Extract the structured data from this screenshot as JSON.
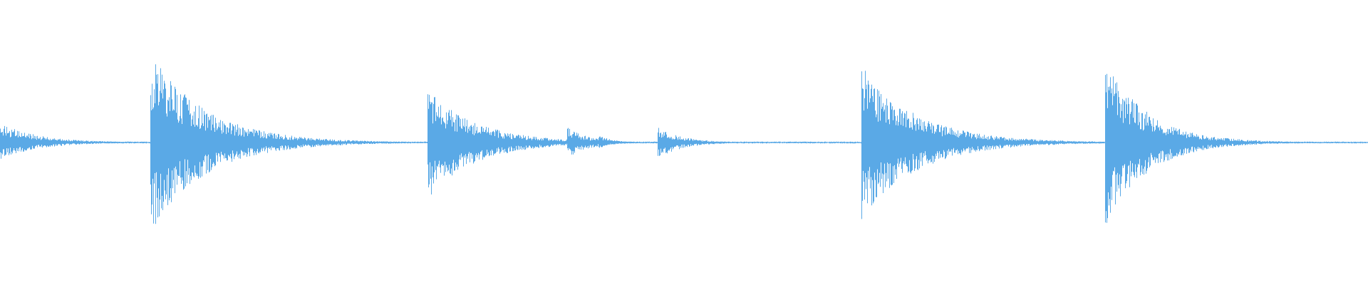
{
  "waveform": {
    "color": "#5aa9e6",
    "background": "#ffffff",
    "hits": [
      {
        "t": 0.0,
        "amp_up": 0.21,
        "amp_down": 0.18,
        "decay": 0.028
      },
      {
        "t": 0.11,
        "amp_up": 0.97,
        "amp_down": 0.96,
        "decay": 0.04
      },
      {
        "t": 0.313,
        "amp_up": 0.58,
        "amp_down": 0.6,
        "decay": 0.035
      },
      {
        "t": 0.415,
        "amp_up": 0.16,
        "amp_down": 0.17,
        "decay": 0.016
      },
      {
        "t": 0.438,
        "amp_up": 0.08,
        "amp_down": 0.06,
        "decay": 0.01
      },
      {
        "t": 0.481,
        "amp_up": 0.16,
        "amp_down": 0.17,
        "decay": 0.018
      },
      {
        "t": 0.63,
        "amp_up": 0.82,
        "amp_down": 0.83,
        "decay": 0.04
      },
      {
        "t": 0.808,
        "amp_up": 0.91,
        "amp_down": 0.91,
        "decay": 0.03
      },
      {
        "t": 0.845,
        "amp_up": 0.19,
        "amp_down": 0.19,
        "decay": 0.02
      }
    ]
  }
}
